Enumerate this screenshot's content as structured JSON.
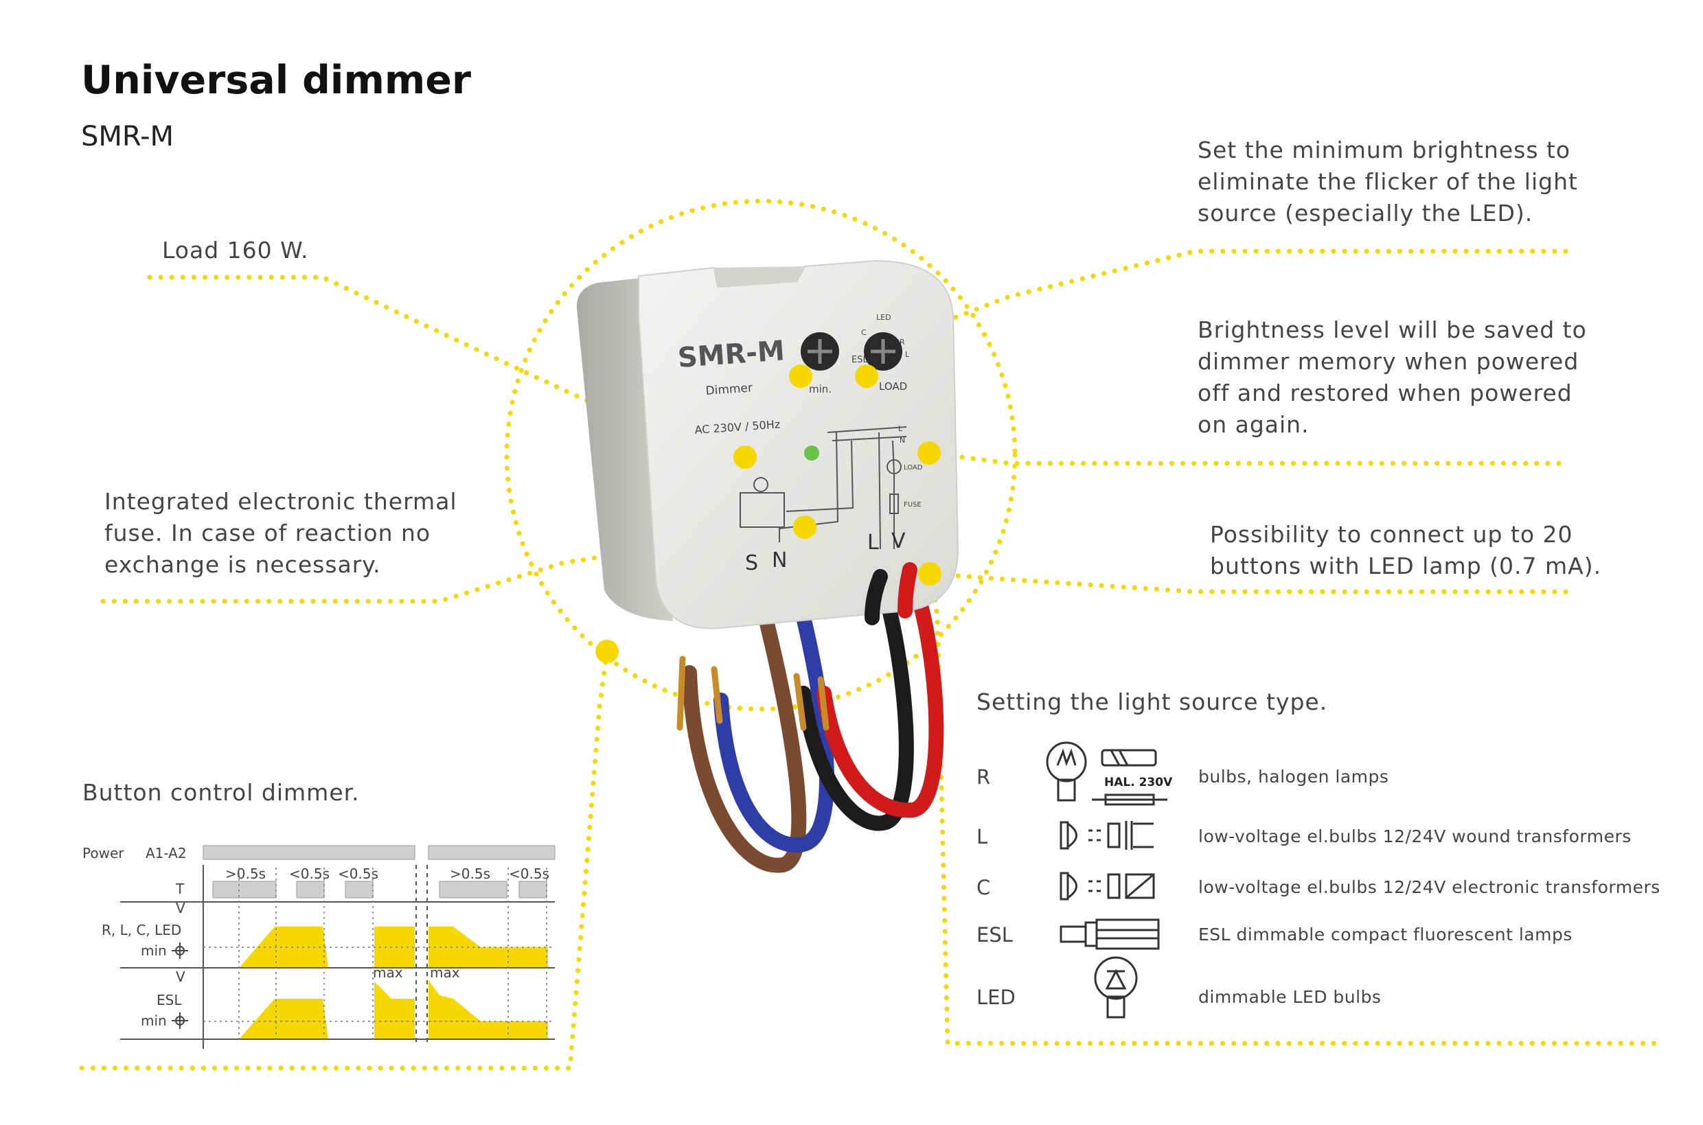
{
  "header": {
    "title": "Universal dimmer",
    "model": "SMR-M"
  },
  "device": {
    "model_label": "SMR-M",
    "type_label": "Dimmer",
    "supply_label": "AC 230V / 50Hz",
    "knob_min_label": "min.",
    "knob_load_label": "LOAD",
    "led_label": "LED",
    "esl_label": "ESL",
    "terminal_s": "S",
    "terminal_n": "N",
    "terminal_l": "L",
    "terminal_v": "V",
    "schema_l": "L",
    "schema_n": "N",
    "schema_load": "LOAD",
    "schema_fuse": "FUSE",
    "knob_r": "R",
    "knob_c": "C",
    "knob_l": "L"
  },
  "features": {
    "load": "Load 160 W.",
    "min_brightness": [
      "Set the minimum brightness to",
      "eliminate the flicker of the light",
      "source (especially the LED)."
    ],
    "memory": [
      "Brightness level will be saved to",
      "dimmer memory when powered",
      "off and restored when powered",
      "on again."
    ],
    "thermal_fuse": [
      "Integrated electronic thermal",
      "fuse. In case of reaction no",
      "exchange is necessary."
    ],
    "buttons": [
      "Possibility to connect up to 20",
      "buttons with LED lamp (0.7 mA)."
    ]
  },
  "light_sources": {
    "heading": "Setting the light source type.",
    "halogen_badge": "HAL. 230V",
    "items": [
      {
        "code": "R",
        "description": "bulbs, halogen lamps",
        "icon": "incandescent-bulb-icon"
      },
      {
        "code": "L",
        "description": "low-voltage el.bulbs 12/24V wound transformers",
        "icon": "wound-transformer-icon"
      },
      {
        "code": "C",
        "description": "low-voltage el.bulbs 12/24V electronic transformers",
        "icon": "electronic-transformer-icon"
      },
      {
        "code": "ESL",
        "description": "ESL dimmable compact fluorescent lamps",
        "icon": "cfl-lamp-icon"
      },
      {
        "code": "LED",
        "description": "dimmable LED bulbs",
        "icon": "led-bulb-icon"
      }
    ]
  },
  "timing": {
    "heading": "Button control dimmer.",
    "power_label": "Power",
    "a1a2_label": "A1-A2",
    "t_label": "T",
    "v_label": "V",
    "rlc_label": "R, L, C, LED",
    "esl_label": "ESL",
    "min_label": "min",
    "max_label": "max",
    "gt05": ">0.5s",
    "lt05": "<0.5s"
  },
  "colors": {
    "accent": "#f6d800",
    "wire_brown": "#7a4b30",
    "wire_blue": "#2f3da8",
    "wire_black": "#1c1c1c",
    "wire_red": "#d11a1a",
    "device_body": "#e6e6e3"
  }
}
